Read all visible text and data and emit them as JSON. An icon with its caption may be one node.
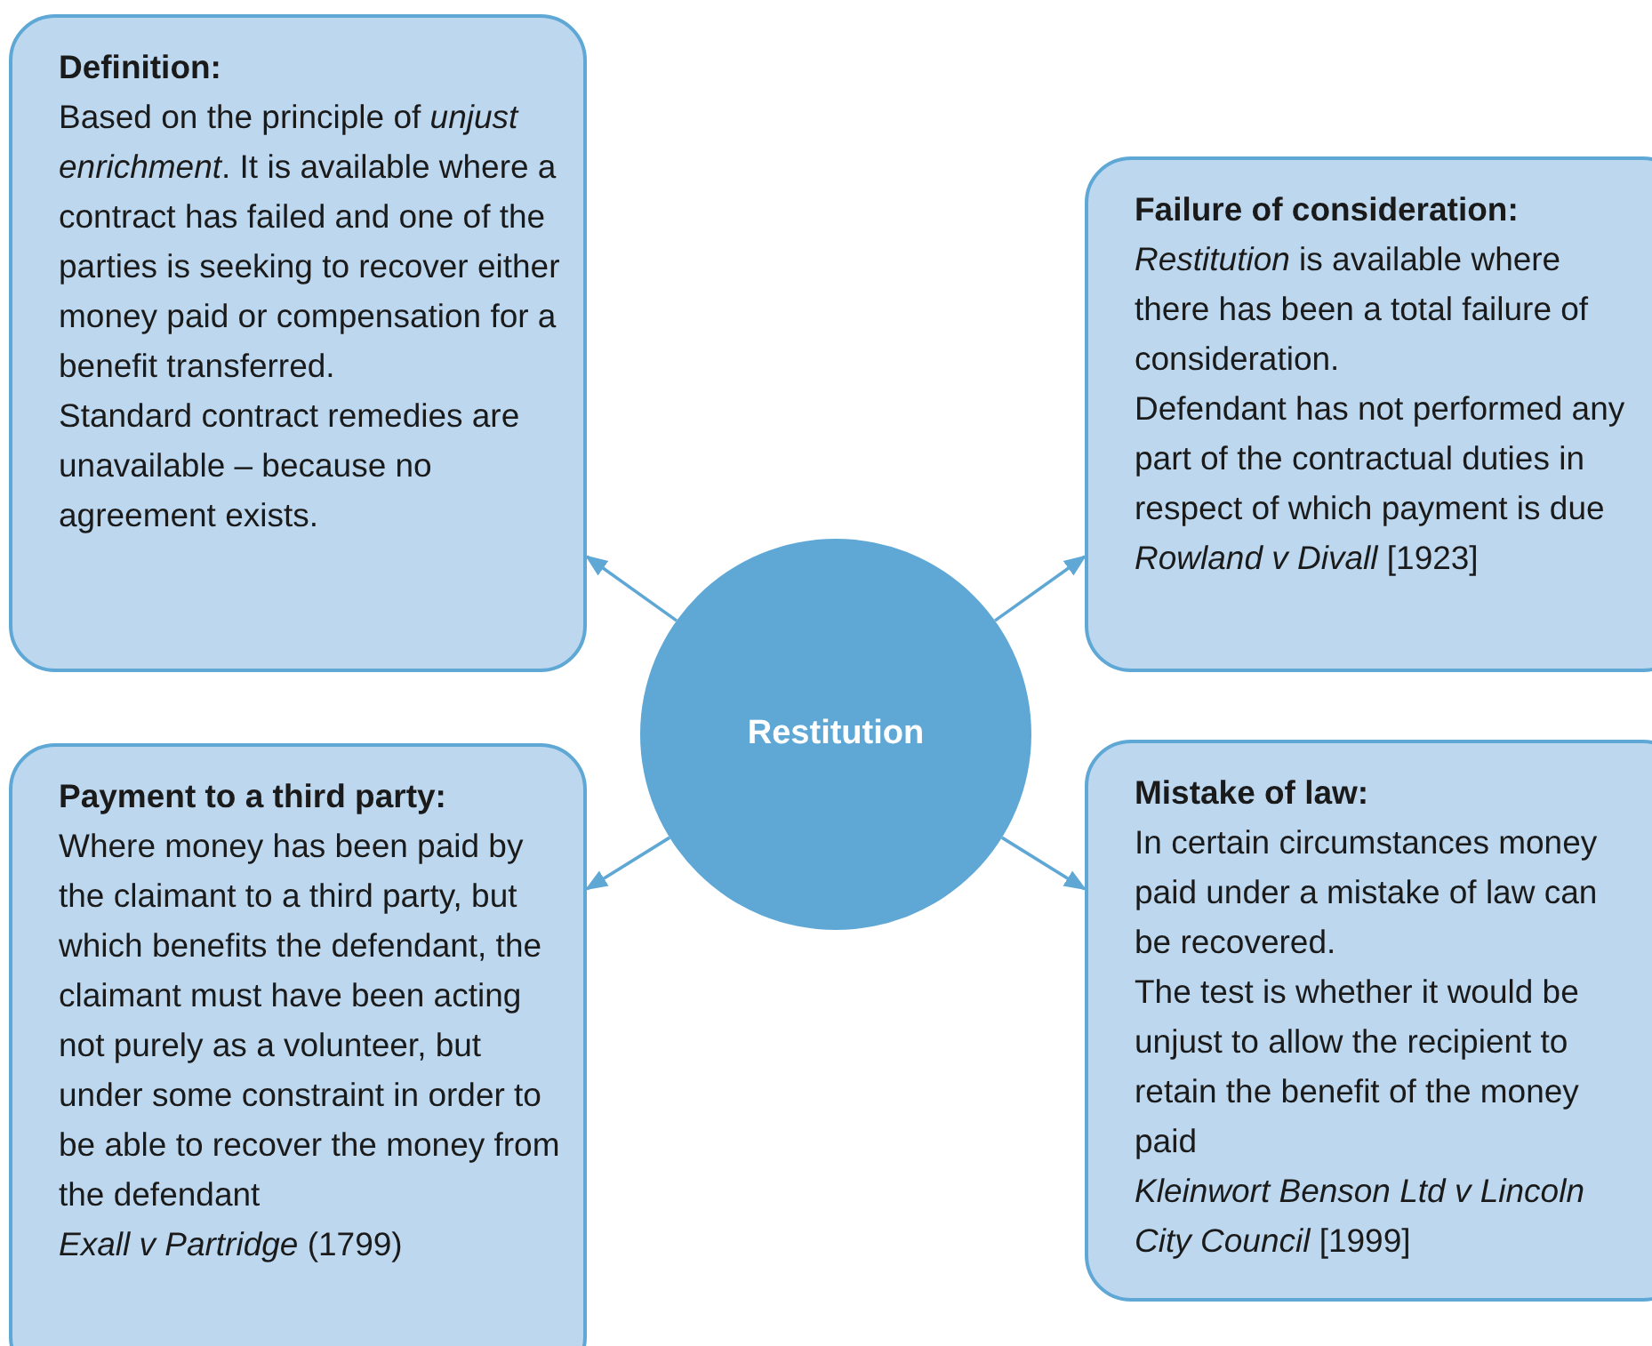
{
  "diagram": {
    "nodes": [
      {
        "text": [
          "Definition:",
          "Based on the principle of *unjust enrichment*. It is available where a contract has failed and one of the parties is seeking to recover either money paid or compensation for a benefit transferred.",
          "Standard contract remedies are unavailable – because no agreement exists."
        ]
      },
      {
        "text": [
          "Failure of consideration:",
          "*Restitution* is available where there has been a total failure of consideration.",
          "Defendant has not performed any part of the contractual duties in respect of which payment is due",
          "*Rowland v Divall* [1923]"
        ]
      },
      {
        "text": [
          "Restitution"
        ]
      },
      {
        "text": [
          "Payment to a third party:",
          "Where money has been paid by the claimant to a third party, but which benefits the defendant, the claimant must have been acting not purely as a volunteer, but under some constraint in order to be able to recover the money from the defendant",
          "*Exall v Partridge* (1799)"
        ]
      },
      {
        "text": [
          "Mistake of law:",
          "In certain circumstances money paid under a mistake of law can be recovered.",
          "The test is whether it would be unjust to allow the recipient to retain the benefit of the money paid",
          "*Kleinwort Benson Ltd v Lincoln City Council* [1999]"
        ]
      }
    ],
    "edges": [
      {
        "from": 2,
        "to": 0,
        "arrow": "to"
      },
      {
        "from": 2,
        "to": 1,
        "arrow": "to"
      },
      {
        "from": 2,
        "to": 3,
        "arrow": "to"
      },
      {
        "from": 2,
        "to": 4,
        "arrow": "to"
      }
    ]
  }
}
